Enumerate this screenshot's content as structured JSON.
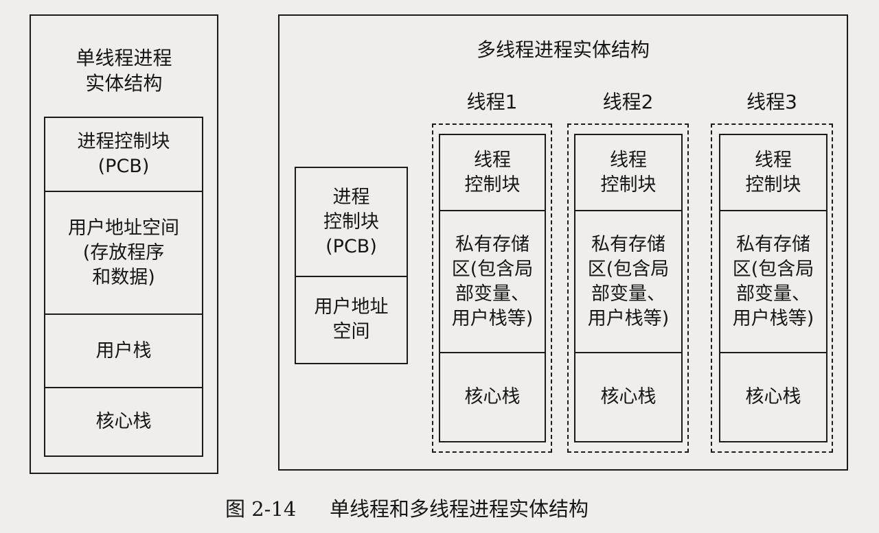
{
  "single": {
    "title": "单线程进程\n实体结构",
    "cells": [
      "进程控制块\n(PCB)",
      "用户地址空间\n(存放程序\n和数据)",
      "用户栈",
      "核心栈"
    ]
  },
  "multi": {
    "title": "多线程进程实体结构",
    "process_cells": [
      "进程\n控制块\n(PCB)",
      "用户地址\n空间"
    ],
    "threads": [
      {
        "label": "线程1",
        "cells": [
          "线程\n控制块",
          "私有存储\n区(包含局\n部变量、\n用户栈等)",
          "核心栈"
        ]
      },
      {
        "label": "线程2",
        "cells": [
          "线程\n控制块",
          "私有存储\n区(包含局\n部变量、\n用户栈等)",
          "核心栈"
        ]
      },
      {
        "label": "线程3",
        "cells": [
          "线程\n控制块",
          "私有存储\n区(包含局\n部变量、\n用户栈等)",
          "核心栈"
        ]
      }
    ]
  },
  "caption": {
    "number": "图 2-14",
    "text": "单线程和多线程进程实体结构"
  }
}
